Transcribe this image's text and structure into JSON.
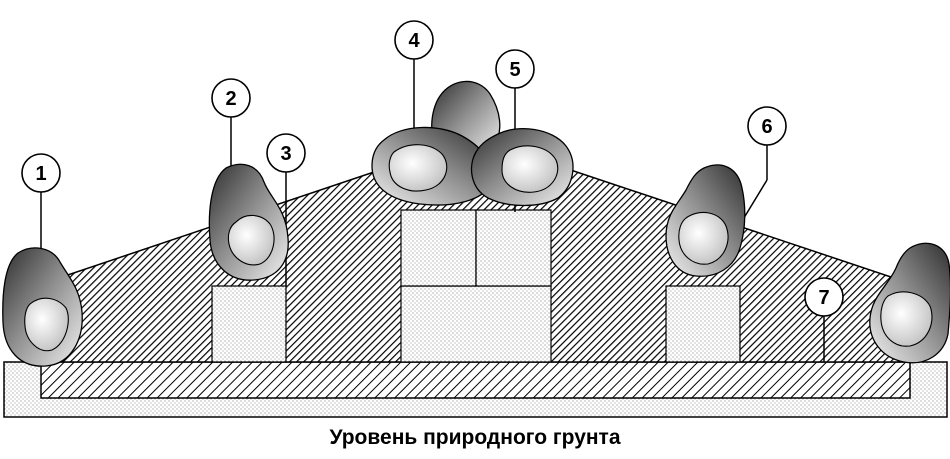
{
  "caption": "Уровень природного грунта",
  "callouts": [
    {
      "id": "1",
      "label": "1"
    },
    {
      "id": "2",
      "label": "2"
    },
    {
      "id": "3",
      "label": "3"
    },
    {
      "id": "4",
      "label": "4"
    },
    {
      "id": "5",
      "label": "5"
    },
    {
      "id": "6",
      "label": "6"
    },
    {
      "id": "7",
      "label": "7"
    }
  ]
}
